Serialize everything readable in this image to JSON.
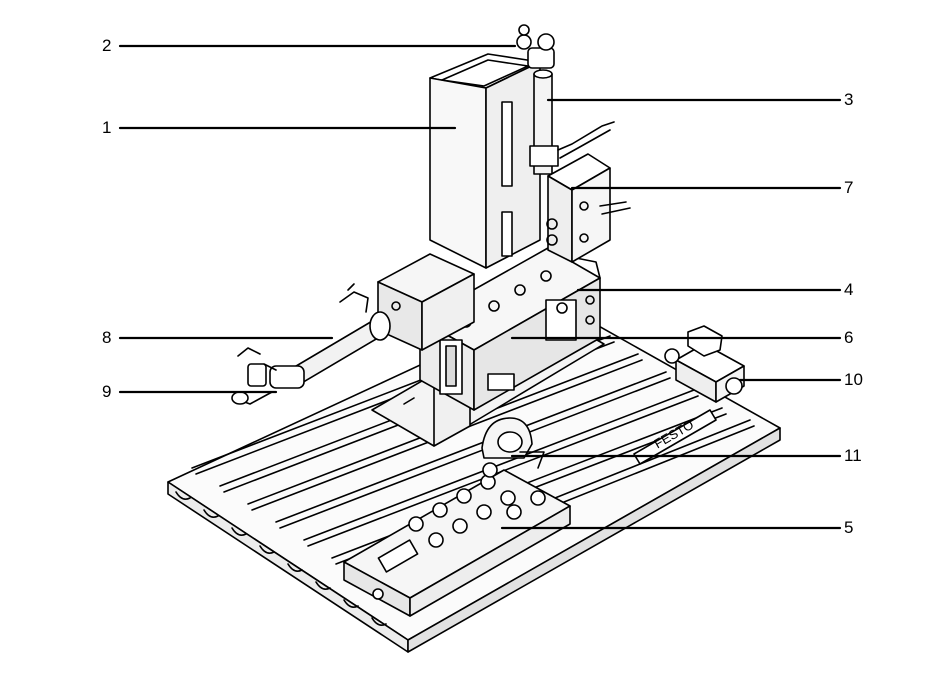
{
  "diagram": {
    "callouts": [
      {
        "id": "1",
        "label": "1",
        "side": "left"
      },
      {
        "id": "2",
        "label": "2",
        "side": "left"
      },
      {
        "id": "3",
        "label": "3",
        "side": "right"
      },
      {
        "id": "4",
        "label": "4",
        "side": "right"
      },
      {
        "id": "5",
        "label": "5",
        "side": "right"
      },
      {
        "id": "6",
        "label": "6",
        "side": "right"
      },
      {
        "id": "7",
        "label": "7",
        "side": "right"
      },
      {
        "id": "8",
        "label": "8",
        "side": "left"
      },
      {
        "id": "9",
        "label": "9",
        "side": "left"
      },
      {
        "id": "10",
        "label": "10",
        "side": "right"
      },
      {
        "id": "11",
        "label": "11",
        "side": "right"
      }
    ],
    "brand_plate_text": "FESTO",
    "colors": {
      "line": "#000000",
      "background": "#ffffff",
      "fill_light": "#f4f4f4",
      "fill_mid": "#dcdcdc"
    }
  }
}
